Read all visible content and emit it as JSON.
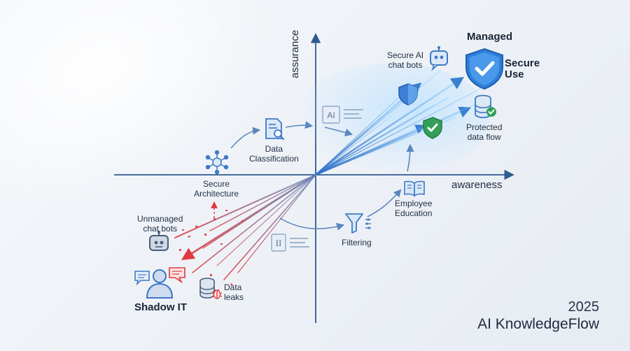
{
  "axes": {
    "vertical_label": "assurance",
    "horizontal_label": "awareness"
  },
  "nodes": {
    "managed_title": "Managed",
    "secure_use_line1": "Secure",
    "secure_use_line2": "Use",
    "secure_ai_chatbots_line1": "Secure AI",
    "secure_ai_chatbots_line2": "chat bots",
    "protected_line1": "Protected",
    "protected_line2": "data flow",
    "data_classification_line1": "Data",
    "data_classification_line2": "Classification",
    "secure_architecture_line1": "Secure",
    "secure_architecture_line2": "Architecture",
    "employee_education_line1": "Employee",
    "employee_education_line2": "Education",
    "filtering": "Filtering",
    "unmanaged_line1": "Unmanaged",
    "unmanaged_line2": "chat bots",
    "data_leaks_line1": "Data",
    "data_leaks_line2": "leaks",
    "shadow_it": "Shadow IT",
    "ai_doc_glyph": "AI",
    "book_glyph": "II"
  },
  "brand": {
    "year": "2025",
    "name": "AI KnowledgeFlow"
  },
  "colors": {
    "axis": "#2f5a8f",
    "managed_blue": "#2f7fd9",
    "unmanaged_red": "#e0393e",
    "icon_blue": "#3f78c4",
    "green": "#33a05a"
  },
  "icons": [
    "shield-check-icon",
    "robot-icon",
    "database-icon",
    "document-search-icon",
    "network-icon",
    "book-icon",
    "funnel-icon",
    "user-icon",
    "chat-bubble-icon",
    "bug-icon"
  ]
}
